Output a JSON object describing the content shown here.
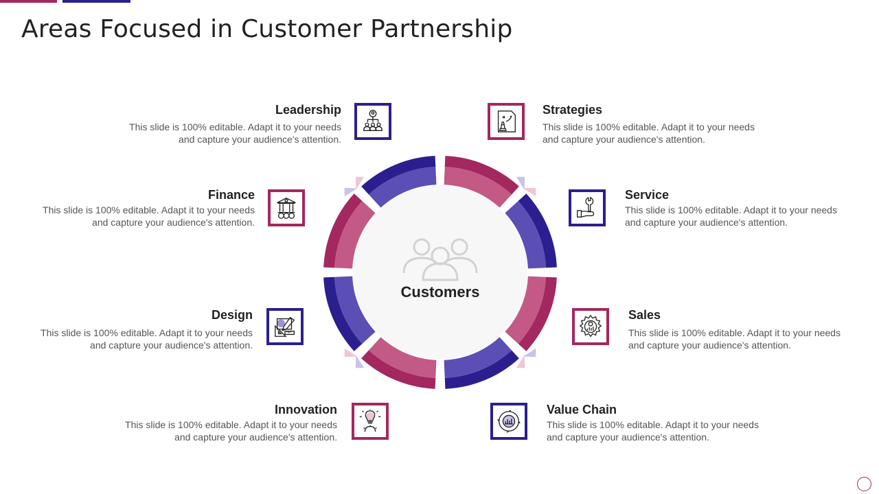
{
  "title": "Areas Focused in Customer Partnership",
  "center": {
    "label": "Customers",
    "icon": "people-group-icon"
  },
  "colors": {
    "navy": "#2b1f8f",
    "magenta": "#a3285f",
    "navy_light": "#5b4fb5",
    "magenta_light": "#c25a85"
  },
  "items": [
    {
      "title": "Leadership",
      "desc": "This slide is 100% editable. Adapt it to your needs and capture your audience's attention.",
      "icon": "leadership-icon"
    },
    {
      "title": "Strategies",
      "desc": "This slide is 100% editable. Adapt it to your needs and capture your audience's attention.",
      "icon": "strategy-chess-icon"
    },
    {
      "title": "Finance",
      "desc": "This slide is 100% editable. Adapt it to your needs and capture your audience's attention.",
      "icon": "bank-currency-icon"
    },
    {
      "title": "Service",
      "desc": "This slide is 100% editable. Adapt it to your needs and capture your audience's attention.",
      "icon": "wrench-hand-icon"
    },
    {
      "title": "Design",
      "desc": "This slide is 100% editable. Adapt it to your needs and capture your audience's attention.",
      "icon": "design-tools-icon"
    },
    {
      "title": "Sales",
      "desc": "This slide is 100% editable. Adapt it to your needs and capture your audience's attention.",
      "icon": "dollar-gear-icon"
    },
    {
      "title": "Innovation",
      "desc": "This slide is 100% editable. Adapt it to your needs and capture your audience's attention.",
      "icon": "lightbulb-gear-icon"
    },
    {
      "title": "Value Chain",
      "desc": "This slide is 100% editable. Adapt it to your needs and capture your audience's attention.",
      "icon": "value-chain-cycle-icon"
    }
  ]
}
